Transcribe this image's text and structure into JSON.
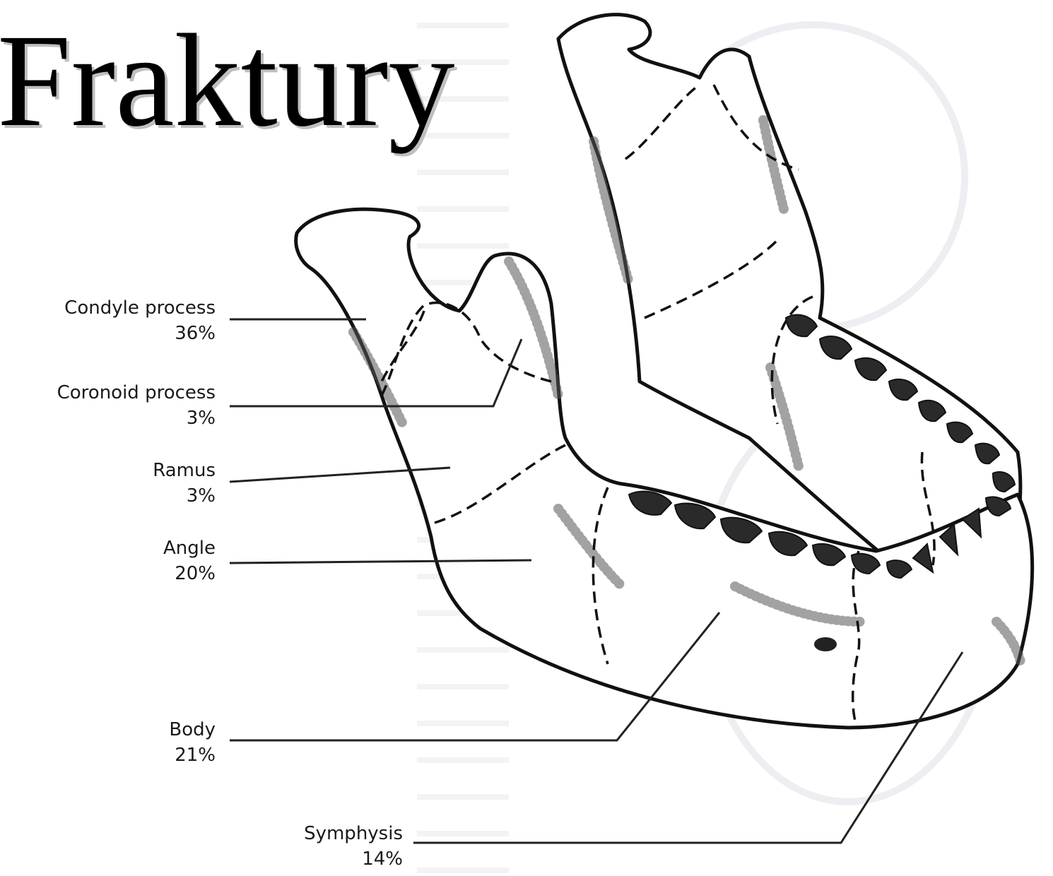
{
  "title": "Fraktury",
  "labels": [
    {
      "id": "condyle",
      "name": "Condyle process",
      "pct": "36%"
    },
    {
      "id": "coronoid",
      "name": "Coronoid process",
      "pct": "3%"
    },
    {
      "id": "ramus",
      "name": "Ramus",
      "pct": "3%"
    },
    {
      "id": "angle",
      "name": "Angle",
      "pct": "20%"
    },
    {
      "id": "body",
      "name": "Body",
      "pct": "21%"
    },
    {
      "id": "symphysis",
      "name": "Symphysis",
      "pct": "14%"
    }
  ],
  "colors": {
    "ink": "#111111",
    "background": "#ffffff"
  }
}
